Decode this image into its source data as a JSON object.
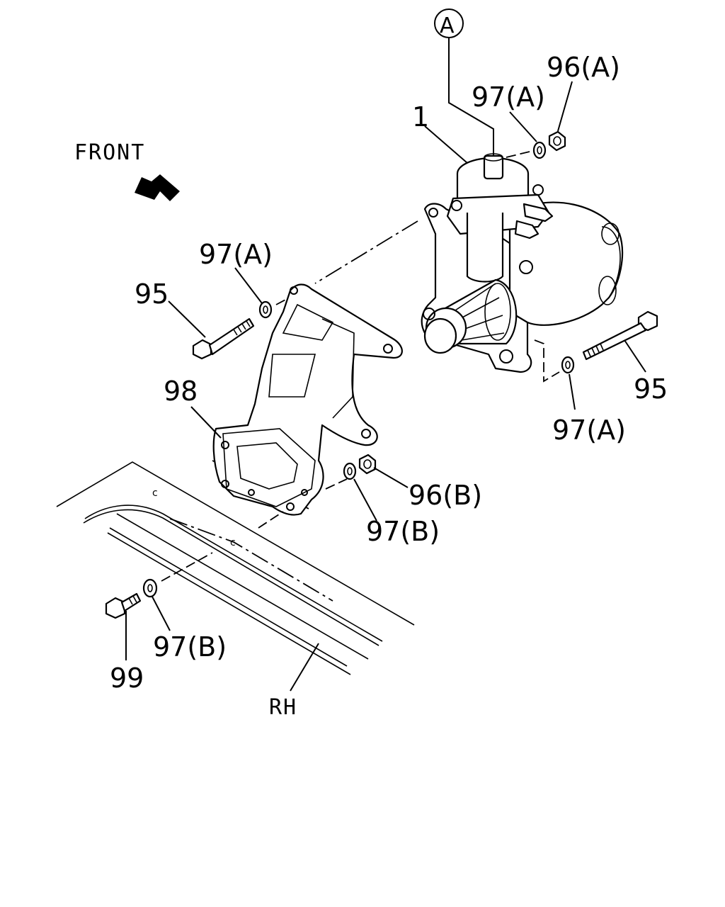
{
  "labels": {
    "front": "FRONT",
    "callout_a": "A",
    "part_1": "1",
    "part_96a": "96(A)",
    "part_97a_top": "97(A)",
    "part_97a_left": "97(A)",
    "part_95_left": "95",
    "part_98": "98",
    "part_96b": "96(B)",
    "part_97b_mid": "97(B)",
    "part_95_right": "95",
    "part_97a_right": "97(A)",
    "part_97b_bottom": "97(B)",
    "part_99": "99",
    "rh": "RH"
  }
}
